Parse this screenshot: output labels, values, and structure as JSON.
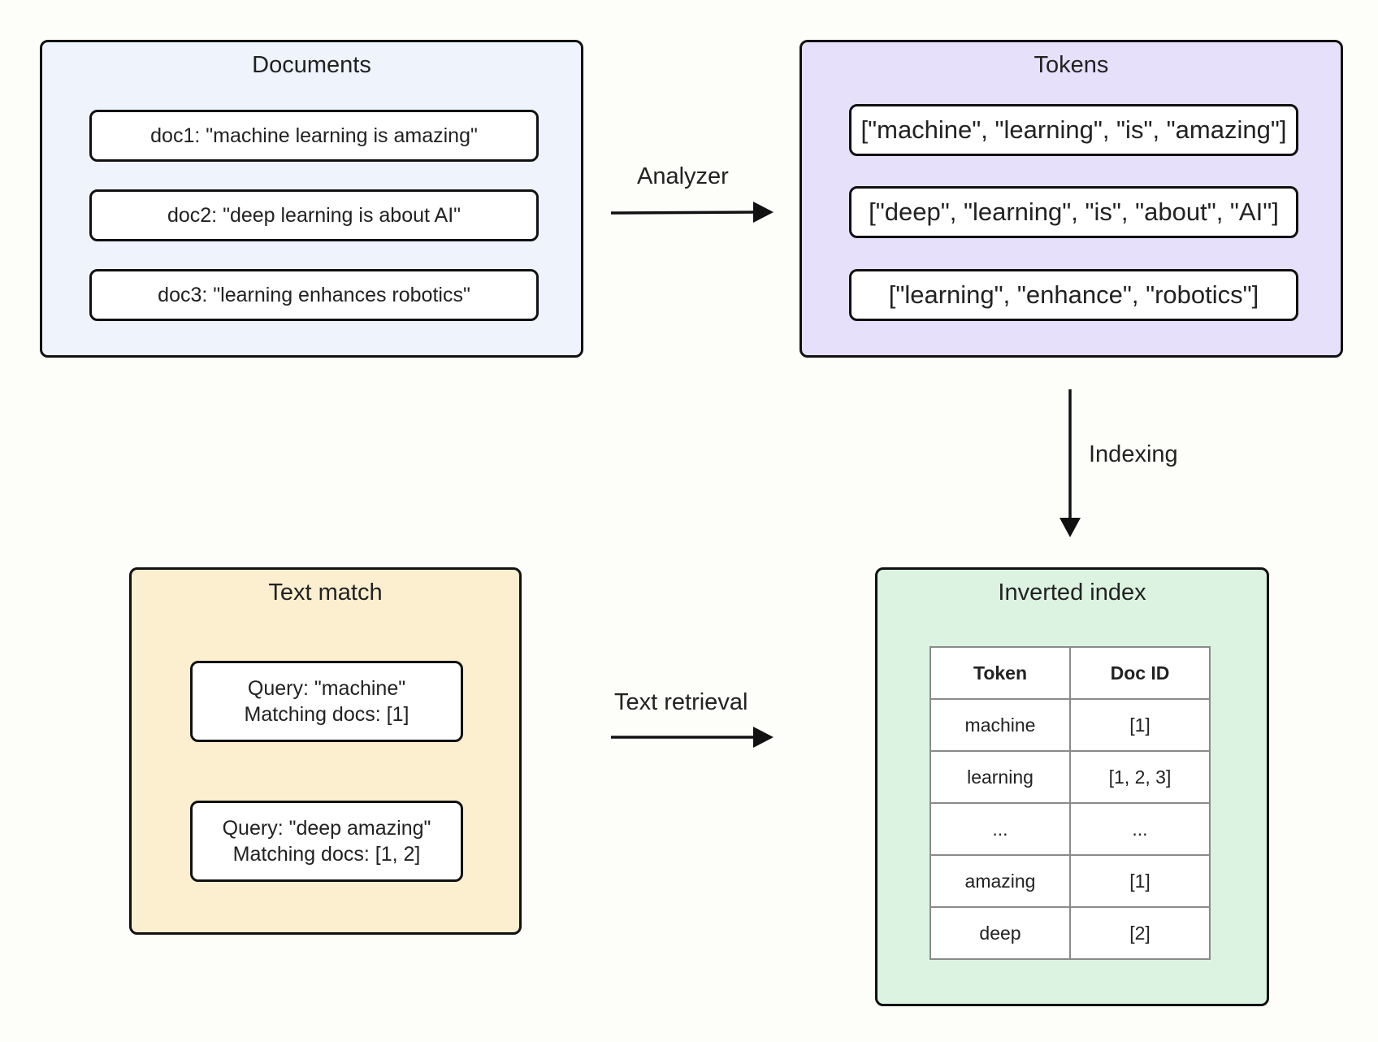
{
  "documents": {
    "title": "Documents",
    "items": [
      "doc1: \"machine learning is amazing\"",
      "doc2: \"deep learning is about AI\"",
      "doc3: \"learning enhances robotics\""
    ]
  },
  "tokens": {
    "title": "Tokens",
    "items": [
      "[\"machine\", \"learning\", \"is\", \"amazing\"]",
      "[\"deep\", \"learning\", \"is\", \"about\", \"AI\"]",
      "[\"learning\", \"enhance\", \"robotics\"]"
    ]
  },
  "arrows": {
    "analyzer": "Analyzer",
    "indexing": "Indexing",
    "text_retrieval": "Text retrieval"
  },
  "text_match": {
    "title": "Text match",
    "queries": [
      {
        "query": "Query: \"machine\"",
        "matches": "Matching docs: [1]"
      },
      {
        "query": "Query: \"deep amazing\"",
        "matches": "Matching docs: [1, 2]"
      }
    ]
  },
  "inverted_index": {
    "title": "Inverted index",
    "headers": [
      "Token",
      "Doc ID"
    ],
    "rows": [
      [
        "machine",
        "[1]"
      ],
      [
        "learning",
        "[1, 2, 3]"
      ],
      [
        "...",
        "..."
      ],
      [
        "amazing",
        "[1]"
      ],
      [
        "deep",
        "[2]"
      ]
    ]
  }
}
